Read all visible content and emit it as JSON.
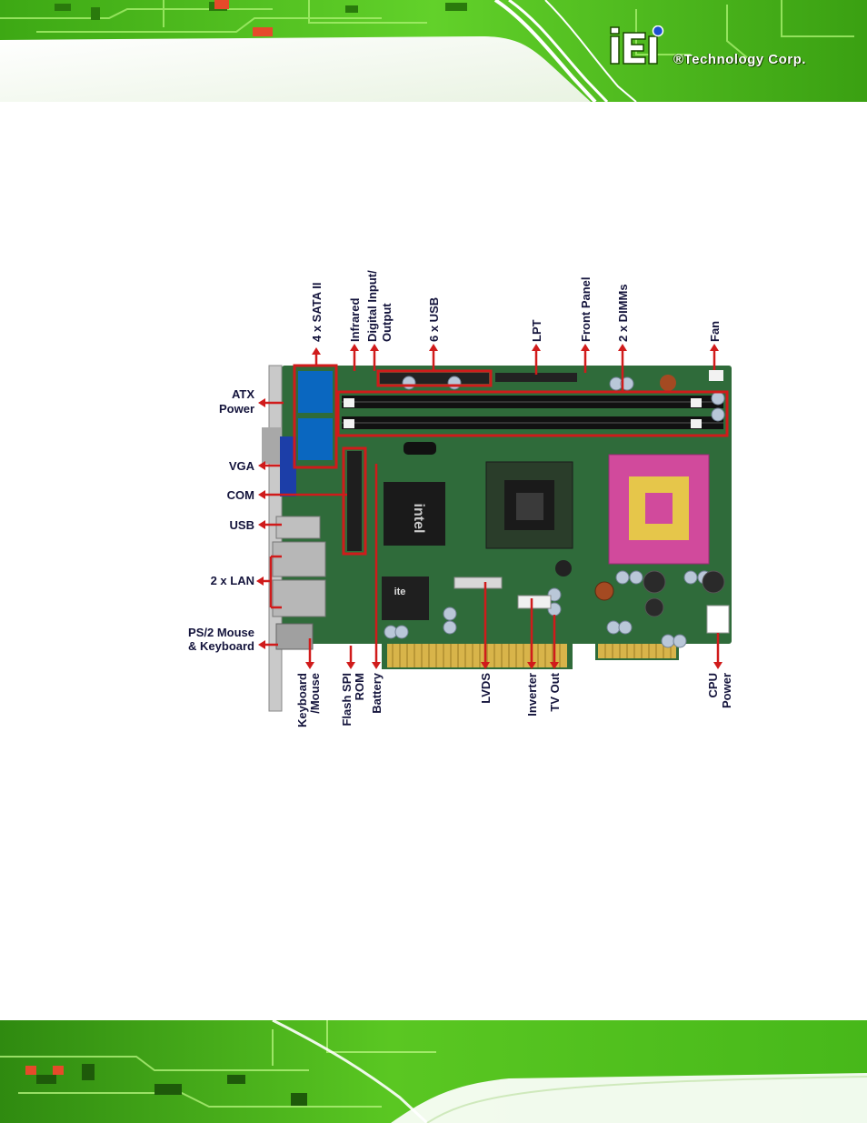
{
  "header": {
    "brand_mark": "iEi",
    "brand_text": "®Technology Corp."
  },
  "figure": {
    "labels_left": [
      "ATX",
      "Power",
      "VGA",
      "COM",
      "USB",
      "2 x LAN",
      "PS/2 Mouse",
      "& Keyboard"
    ],
    "labels_top": [
      "4 x SATA II",
      "Infrared",
      "Digital Input/",
      "Output",
      "6 x USB",
      "LPT",
      "Front Panel",
      "2 x DIMMs",
      "Fan"
    ],
    "labels_bottom": [
      "Keyboard",
      "/Mouse",
      "Flash SPI",
      "ROM",
      "Battery",
      "LVDS",
      "Inverter",
      "TV Out",
      "CPU",
      "Power"
    ],
    "chip_labels": [
      "intel",
      "ite"
    ],
    "colors": {
      "callout": "#d01b1b",
      "label": "#14143c",
      "pcb": "#2f6b3a",
      "banner_green": "#4fc21a"
    }
  }
}
